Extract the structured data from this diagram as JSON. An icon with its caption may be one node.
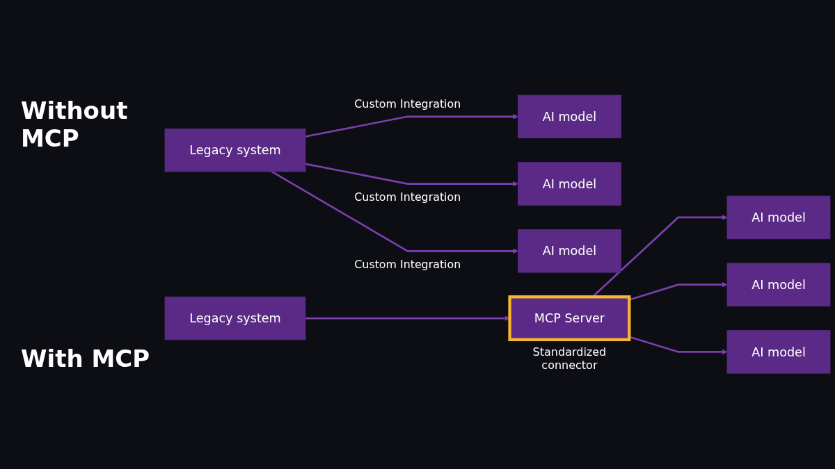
{
  "diagram": {
    "nodes": [
      {
        "text": [
          "Legacy system"
        ]
      },
      {
        "text": [
          "AI model"
        ]
      },
      {
        "text": [
          "AI model"
        ]
      },
      {
        "text": [
          "AI model"
        ]
      },
      {
        "text": [
          "Legacy system"
        ]
      },
      {
        "text": [
          "MCP Server"
        ],
        "beside": [
          "Standardized connector"
        ]
      },
      {
        "text": [
          "AI model"
        ]
      },
      {
        "text": [
          "AI model"
        ]
      },
      {
        "text": [
          "AI model"
        ]
      }
    ],
    "edges": [
      {
        "from": 0,
        "to": 1,
        "arrow": "to",
        "label": "Custom Integration"
      },
      {
        "from": 0,
        "to": 2,
        "arrow": "to",
        "label": "Custom Integration"
      },
      {
        "from": 0,
        "to": 3,
        "arrow": "to",
        "label": "Custom Integration"
      },
      {
        "from": 4,
        "to": 5,
        "arrow": "to"
      },
      {
        "from": 5,
        "to": 6,
        "arrow": "to"
      },
      {
        "from": 5,
        "to": 7,
        "arrow": "to"
      },
      {
        "from": 5,
        "to": 8,
        "arrow": "to"
      }
    ],
    "labels": [
      "Without MCP",
      "With MCP"
    ]
  }
}
